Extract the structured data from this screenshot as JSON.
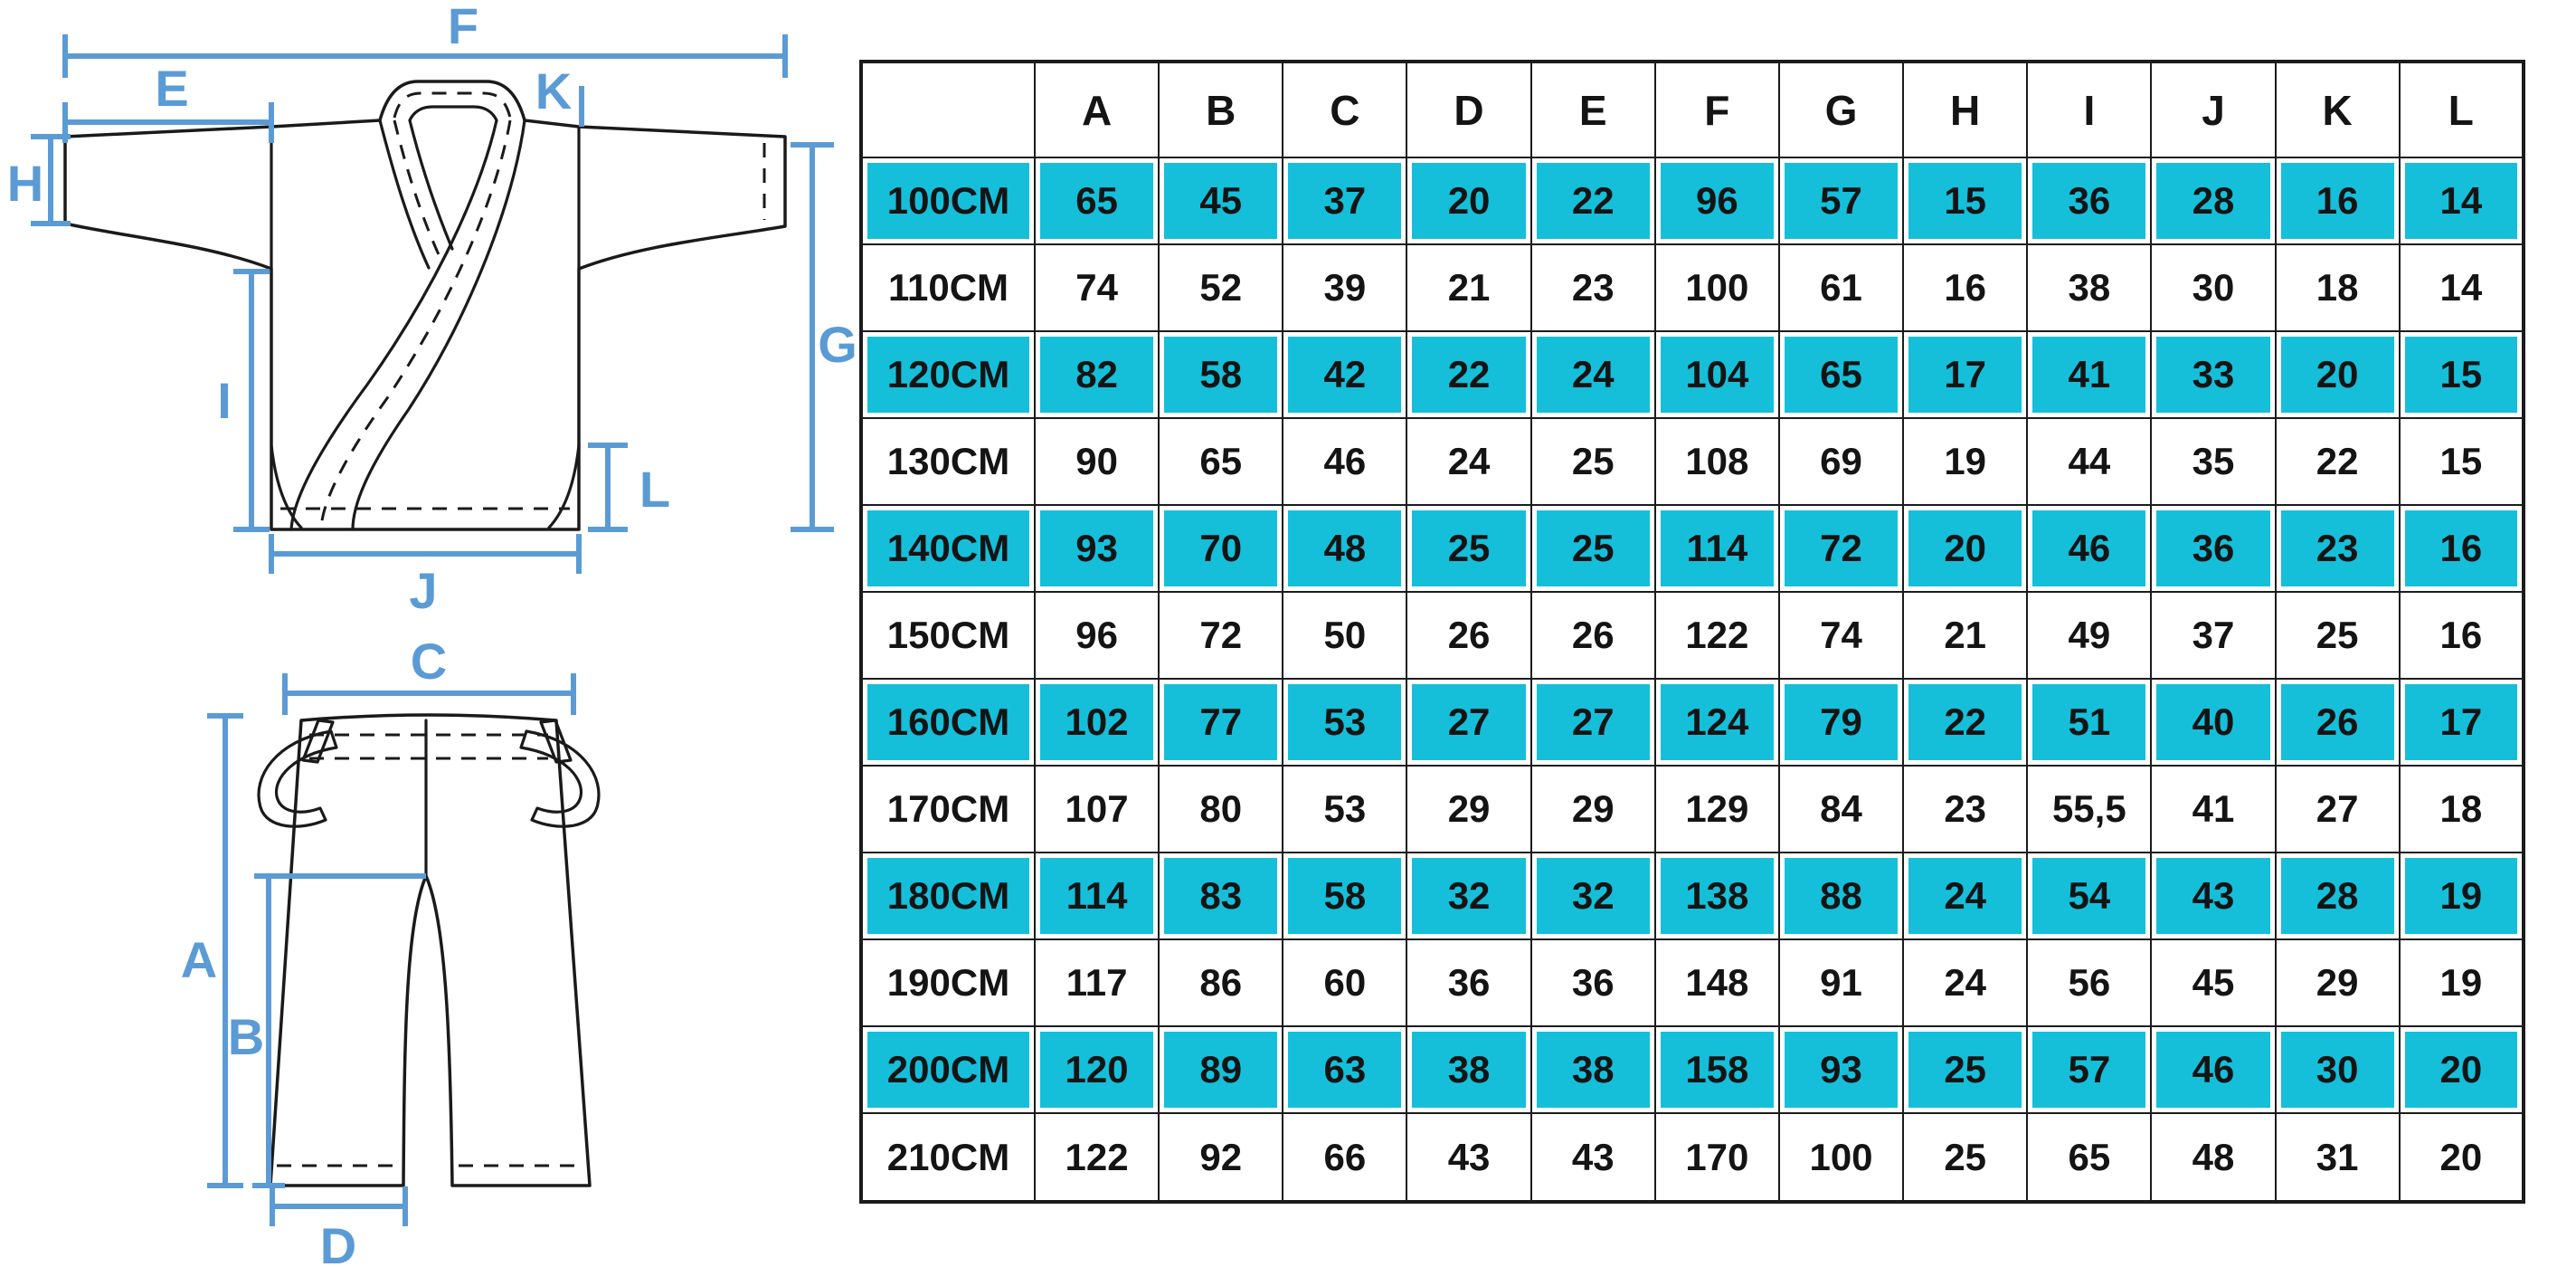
{
  "diagram": {
    "line_color": "#5b9bd5",
    "outline_color": "#1a1a1a",
    "jacket_labels": {
      "F": "F",
      "E": "E",
      "K": "K",
      "H": "H",
      "G": "G",
      "I": "I",
      "L": "L",
      "J": "J"
    },
    "pants_labels": {
      "C": "C",
      "A": "A",
      "B": "B",
      "D": "D"
    }
  },
  "table": {
    "row_highlight_color": "#15bfd9",
    "columns": [
      "A",
      "B",
      "C",
      "D",
      "E",
      "F",
      "G",
      "H",
      "I",
      "J",
      "K",
      "L"
    ],
    "rows": [
      {
        "size": "100CM",
        "highlight": true,
        "values": [
          65,
          45,
          37,
          20,
          22,
          96,
          57,
          15,
          36,
          28,
          16,
          14
        ]
      },
      {
        "size": "110CM",
        "highlight": false,
        "values": [
          74,
          52,
          39,
          21,
          23,
          100,
          61,
          16,
          38,
          30,
          18,
          14
        ]
      },
      {
        "size": "120CM",
        "highlight": true,
        "values": [
          82,
          58,
          42,
          22,
          24,
          104,
          65,
          17,
          41,
          33,
          20,
          15
        ]
      },
      {
        "size": "130CM",
        "highlight": false,
        "values": [
          90,
          65,
          46,
          24,
          25,
          108,
          69,
          19,
          44,
          35,
          22,
          15
        ]
      },
      {
        "size": "140CM",
        "highlight": true,
        "values": [
          93,
          70,
          48,
          25,
          25,
          114,
          72,
          20,
          46,
          36,
          23,
          16
        ]
      },
      {
        "size": "150CM",
        "highlight": false,
        "values": [
          96,
          72,
          50,
          26,
          26,
          122,
          74,
          21,
          49,
          37,
          25,
          16
        ]
      },
      {
        "size": "160CM",
        "highlight": true,
        "values": [
          102,
          77,
          53,
          27,
          27,
          124,
          79,
          22,
          51,
          40,
          26,
          17
        ]
      },
      {
        "size": "170CM",
        "highlight": false,
        "values": [
          107,
          80,
          53,
          29,
          29,
          129,
          84,
          23,
          "55,5",
          41,
          27,
          18
        ]
      },
      {
        "size": "180CM",
        "highlight": true,
        "values": [
          114,
          83,
          58,
          32,
          32,
          138,
          88,
          24,
          54,
          43,
          28,
          19
        ]
      },
      {
        "size": "190CM",
        "highlight": false,
        "values": [
          117,
          86,
          60,
          36,
          36,
          148,
          91,
          24,
          56,
          45,
          29,
          19
        ]
      },
      {
        "size": "200CM",
        "highlight": true,
        "values": [
          120,
          89,
          63,
          38,
          38,
          158,
          93,
          25,
          57,
          46,
          30,
          20
        ]
      },
      {
        "size": "210CM",
        "highlight": false,
        "values": [
          122,
          92,
          66,
          43,
          43,
          170,
          100,
          25,
          65,
          48,
          31,
          20
        ]
      }
    ]
  }
}
